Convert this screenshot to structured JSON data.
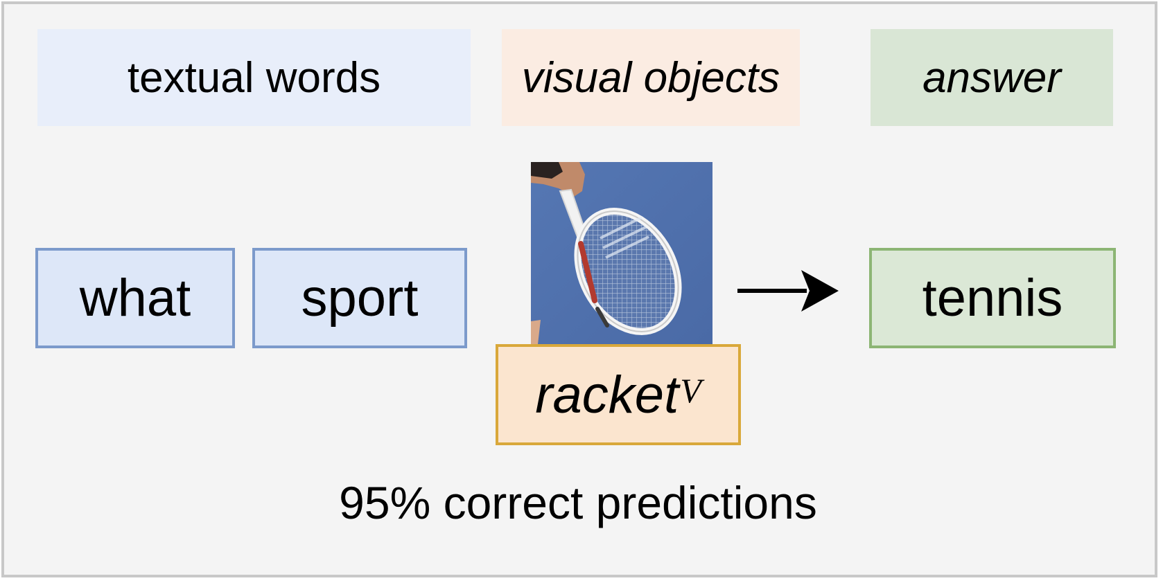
{
  "legend": {
    "textual_words": "textual words",
    "visual_objects": "visual objects",
    "answer": "answer"
  },
  "question_words": [
    "what",
    "sport"
  ],
  "visual_object": {
    "label": "racket",
    "superscript": "V"
  },
  "answer": "tennis",
  "caption": "95% correct predictions",
  "colors": {
    "background": "#f4f4f4",
    "word_fill": "#dde7f8",
    "word_border": "#7c9acb",
    "object_fill": "#fbe5cf",
    "object_border": "#d9a83a",
    "answer_fill": "#dbe8d6",
    "answer_border": "#8cb574"
  },
  "icons": {
    "image": "tennis-racket-photo",
    "arrow": "right-arrow-icon"
  }
}
